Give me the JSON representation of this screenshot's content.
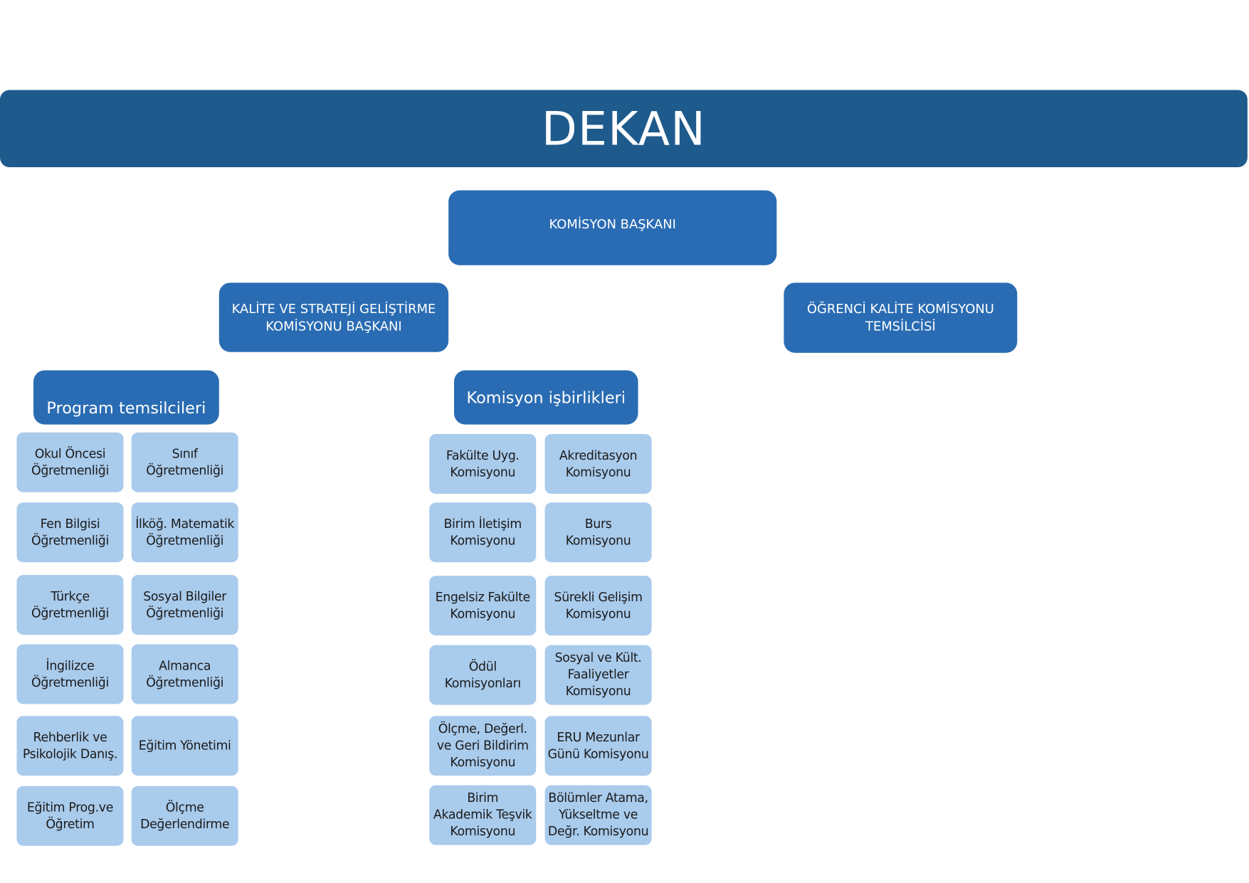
{
  "title": "DEKAN",
  "chair": "KOMİSYON BAŞKANI",
  "quality_strategy_chair": "KALİTE VE STRATEJİ GELİŞTİRME\nKOMİSYONU BAŞKANI",
  "student_rep": "ÖĞRENCİ KALİTE KOMİSYONU\nTEMSİLCİSİ",
  "program_reps": {
    "title": "Program temsilcileri",
    "items": [
      "Okul Öncesi\nÖğretmenliği",
      "Sınıf\nÖğretmenliği",
      "Fen Bilgisi\nÖğretmenliği",
      "İlköğ. Matematik\nÖğretmenliği",
      "Türkçe\nÖğretmenliği",
      "Sosyal Bilgiler\nÖğretmenliği",
      "İngilizce\nÖğretmenliği",
      "Almanca\nÖğretmenliği",
      "Rehberlik ve\nPsikolojik Danış.",
      "Eğitim Yönetimi",
      "Eğitim Prog.ve\nÖğretim",
      "Ölçme\nDeğerlendirme"
    ]
  },
  "commission_collab": {
    "title": "Komisyon işbirlikleri",
    "items": [
      "Fakülte Uyg.\nKomisyonu",
      "Akreditasyon\nKomisyonu",
      "Birim İletişim\nKomisyonu",
      "Burs\nKomisyonu",
      "Engelsiz Fakülte\nKomisyonu",
      "Sürekli Gelişim\nKomisyonu",
      "Ödül\nKomisyonları",
      "Sosyal ve Kült.\nFaaliyetler\nKomisyonu",
      "Ölçme, Değerl.\nve Geri Bildirim\nKomisyonu",
      "ERU Mezunlar\nGünü Komisyonu",
      "Birim\nAkademik Teşvik\nKomisyonu",
      "Bölümler Atama,\nYükseltme ve\nDeğr. Komisyonu"
    ]
  }
}
